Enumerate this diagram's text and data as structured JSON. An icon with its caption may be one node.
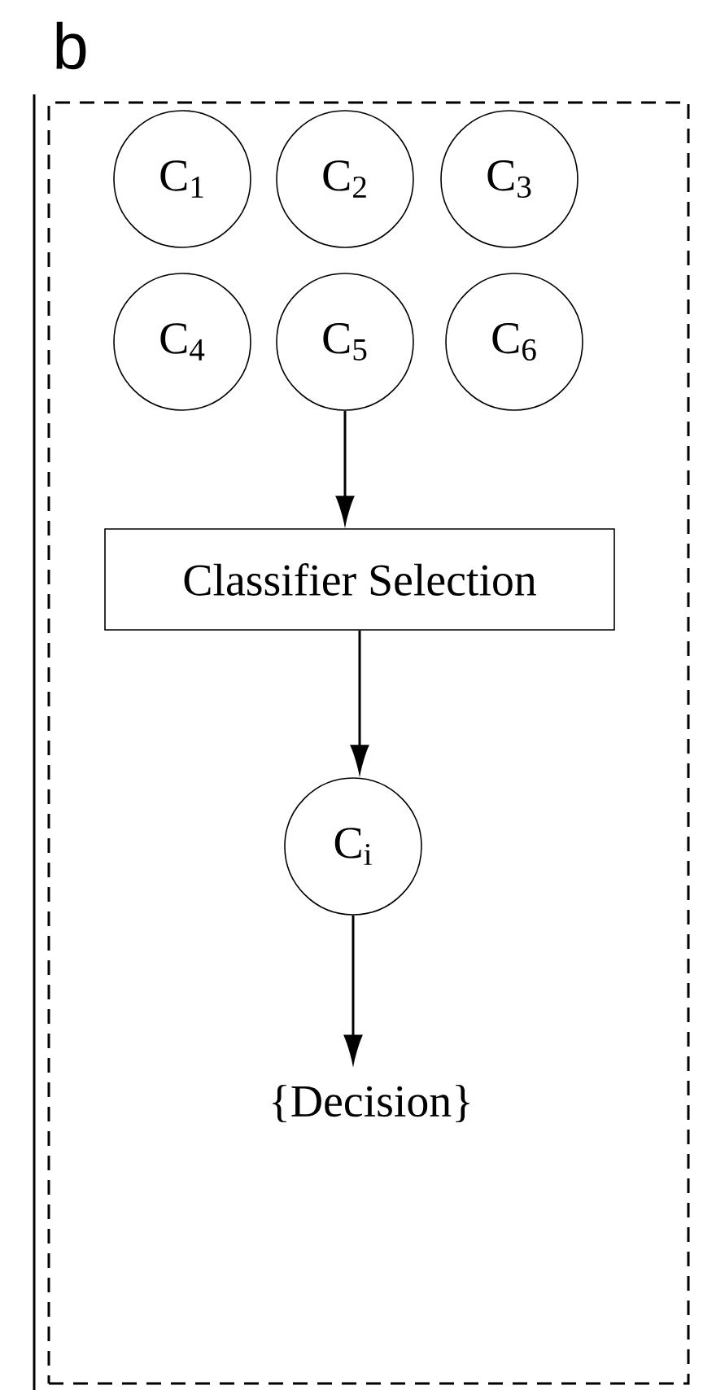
{
  "diagram": {
    "nodes": [
      {
        "text": [],
        "shape": "box"
      },
      {
        "text": [
          "C$_{1}$"
        ],
        "in": 0
      },
      {
        "text": [
          "C$_{2}$"
        ],
        "in": 0
      },
      {
        "text": [
          "C$_{3}$"
        ],
        "in": 0
      },
      {
        "text": [
          "C$_{4}$"
        ],
        "in": 0
      },
      {
        "text": [
          "C$_{5}$"
        ],
        "in": 0
      },
      {
        "text": [
          "C$_{6}$"
        ],
        "in": 0
      },
      {
        "text": [
          "Classifier Selection"
        ],
        "in": 0
      },
      {
        "text": [
          "C$_{i}$"
        ],
        "in": 0
      },
      {
        "text": [
          "{Decision}"
        ],
        "in": 0
      }
    ],
    "edges": [
      {
        "from": 5,
        "to": 7,
        "arrow": "to"
      },
      {
        "from": 7,
        "to": 8,
        "arrow": "to"
      },
      {
        "from": 8,
        "to": 9,
        "arrow": "to"
      }
    ],
    "labels": [
      "b"
    ]
  }
}
